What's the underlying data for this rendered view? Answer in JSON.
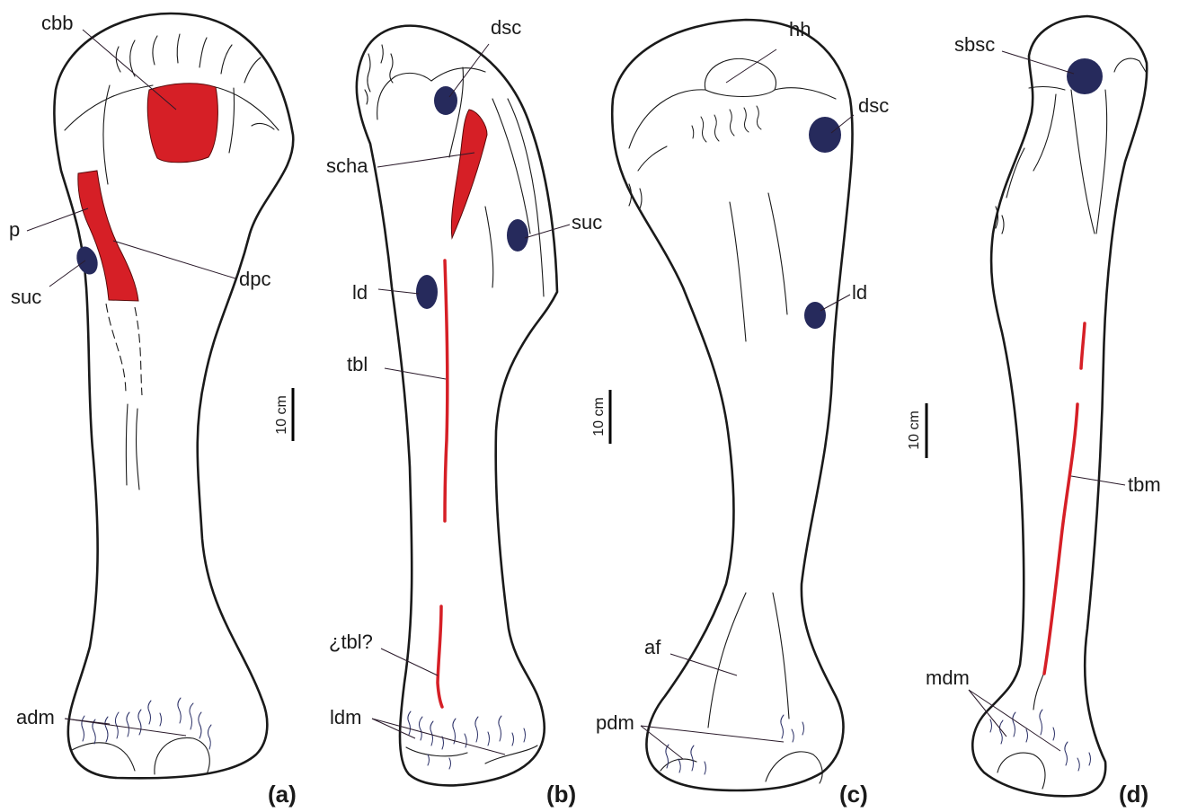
{
  "panels": {
    "a": "(a)",
    "b": "(b)",
    "c": "(c)",
    "d": "(d)"
  },
  "labels": {
    "a": {
      "cbb": "cbb",
      "p": "p",
      "dpc": "dpc",
      "suc": "suc",
      "adm": "adm"
    },
    "b": {
      "dsc": "dsc",
      "scha": "scha",
      "suc": "suc",
      "ld": "ld",
      "tbl": "tbl",
      "tbl_q": "¿tbl?",
      "ldm": "ldm"
    },
    "c": {
      "hh": "hh",
      "dsc": "dsc",
      "ld": "ld",
      "af": "af",
      "pdm": "pdm"
    },
    "d": {
      "sbsc": "sbsc",
      "tbm": "tbm",
      "mdm": "mdm"
    }
  },
  "scale_bars": {
    "a": "10 cm",
    "c": "10 cm",
    "d": "10 cm"
  },
  "colors": {
    "attachment_red": "#d61f26",
    "attachment_navy": "#262a5c",
    "outline": "#1a1a1a"
  }
}
